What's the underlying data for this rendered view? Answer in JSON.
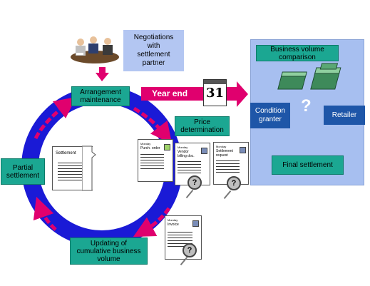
{
  "negotiations": {
    "label": "Negotiations with settlement partner"
  },
  "arrangement": {
    "label": "Arrangement maintenance"
  },
  "year_end": {
    "label": "Year end",
    "calendar_day": "31"
  },
  "price_determination": {
    "label": "Price determination"
  },
  "partial_settlement": {
    "label": "Partial settlement"
  },
  "updating": {
    "label": "Updating of cumulative business volume"
  },
  "business_volume": {
    "label": "Business volume comparison"
  },
  "condition_granter": {
    "label": "Condition granter"
  },
  "retailer": {
    "label": "Retailer"
  },
  "final_settlement": {
    "label": "Final settlement"
  },
  "documents": {
    "settlement_doc": "Settlement",
    "purchase_order": "Purch. order",
    "vendor_billing": "Vendor billing doc.",
    "settlement_request": "Settlement request",
    "invoice": "Invoice",
    "small_header": "Monday"
  },
  "question_mark": "?",
  "colors": {
    "ring": "#1a1ad6",
    "arrow": "#e0006e",
    "teal": "#1ba792",
    "panel": "#a7bff0",
    "dark_blue": "#1e56a8",
    "nego_panel": "#b3c6f2"
  }
}
